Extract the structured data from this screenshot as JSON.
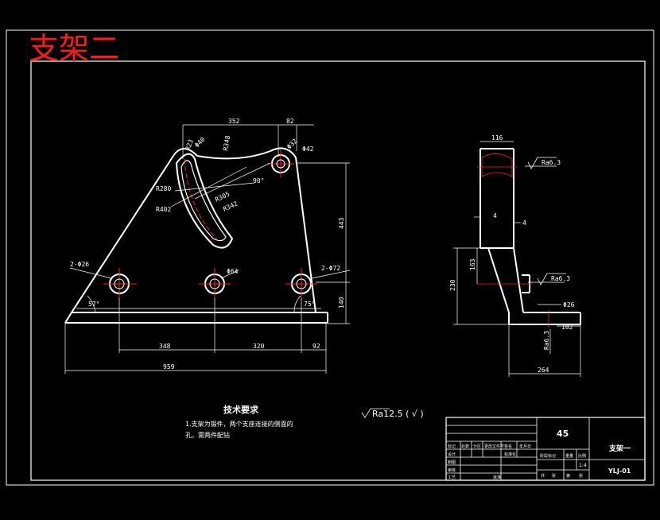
{
  "title_stamp": "支架二",
  "colors": {
    "background": "#000000",
    "line": "#ffffff",
    "center": "#ff2020",
    "stamp": "#ff1a1a"
  },
  "front_view": {
    "dims_top": [
      "352",
      "82"
    ],
    "dims_bottom": [
      "348",
      "320",
      "92",
      "959"
    ],
    "dims_right": [
      "443",
      "140"
    ],
    "hole_labels": [
      "2-Φ26",
      "2-Φ72",
      "Φ64"
    ],
    "angle_labels": [
      "57°",
      "75°",
      "90°"
    ],
    "small_labels": [
      "R348",
      "Φ40",
      "Φ42",
      "R280",
      "R402",
      "R305",
      "R342",
      "R23",
      "Φ32"
    ]
  },
  "side_view": {
    "dims": [
      "116",
      "4",
      "4",
      "230",
      "163",
      "Φ26",
      "102",
      "264"
    ],
    "roughness": [
      "Ra6.3",
      "Ra6.3",
      "Ra6.3"
    ]
  },
  "general_roughness": "Ra12.5 ( √ )",
  "tech_requirements": {
    "title": "技术要求",
    "line1": "1.支架为锻件，两个支座连接的侧面的",
    "line2": "孔，需两件配钻"
  },
  "title_block": {
    "material": "45",
    "part_name": "支架一",
    "drawing_no": "YLJ-01",
    "scale": "1:4",
    "row_labels": [
      "标记",
      "设计",
      "制图",
      "审核",
      "工艺"
    ],
    "header_cells": [
      "处数",
      "分区",
      "更改文件号",
      "签名",
      "年月日"
    ],
    "misc": [
      "标准化",
      "阶段标记",
      "重量",
      "比例",
      "共",
      "张",
      "第",
      "张",
      "批准"
    ]
  }
}
